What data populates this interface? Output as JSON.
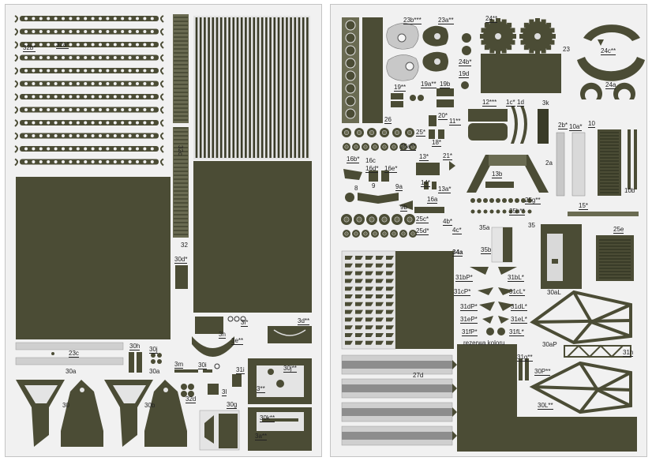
{
  "colors": {
    "olive": "#4b4c35",
    "olive_light": "#6a6b52",
    "grey_part": "#c8c8c8",
    "light_part": "#d9d9d9",
    "background": "#f1f1f1"
  },
  "left_sheet": {
    "labels": {
      "p32b": "32b*",
      "p32a": "32a*",
      "p32": "32",
      "p32c": "32c",
      "p30d": "30d*",
      "p3i": "3i*",
      "p3d": "3d**",
      "p3h": "3h",
      "p3e": "3e**",
      "p23c": "23c",
      "p30h": "30h",
      "p30j": "30j",
      "p3m": "3m",
      "p30i": "30i",
      "p31i": "31i",
      "p30jj": "30j**",
      "p30a1": "30a",
      "p30a2": "30a",
      "p30": "30",
      "p30b": "30b",
      "p32d": "32d",
      "p3l": "3l",
      "p3": "3**",
      "p30g": "30g",
      "p30k": "30k**",
      "p3a": "3a**"
    }
  },
  "right_sheet": {
    "labels": {
      "p23b": "23b***",
      "p23a": "23a**",
      "p24": "24**",
      "p23": "23",
      "p24c": "24c**",
      "p24b": "24b*",
      "p19d": "19d",
      "p19": "19**",
      "p19a": "19a**",
      "p19b": "19b",
      "p24a": "24a",
      "p12": "12***",
      "p1c": "1c*",
      "p1d": "1d",
      "p3k": "3k",
      "p26": "26",
      "p20": "20*",
      "p11": "11**",
      "p2b": "2b*",
      "p10a": "10a*",
      "p10": "10",
      "p25": "25*",
      "p18": "18*",
      "p25a": "25a**",
      "p13": "13*",
      "p21": "21*",
      "p16b": "16b*",
      "p16c": "16c",
      "p16d": "16d*",
      "p16e": "16e*",
      "p2a": "2a",
      "p14": "14*",
      "p13a": "13a*",
      "p13b": "13b",
      "p8": "8",
      "p9": "9",
      "p9a": "9a",
      "p16a": "16a",
      "p9b": "9b",
      "p25g": "25g**",
      "p25h": "25h**",
      "p10b": "10b",
      "p15": "15*",
      "p25c": "25c*",
      "p4b": "4b*",
      "p4c": "4c*",
      "p25d": "25d*",
      "p35a": "35a",
      "p35": "35",
      "p25e": "25e",
      "p34a": "34a",
      "p35b": "35b",
      "p31bP": "31bP*",
      "p31bL": "31bL*",
      "p31cP": "31cP*",
      "p31cL": "31cL*",
      "p30aL": "30aL",
      "p31dP": "31dP*",
      "p31dL": "31dL*",
      "p31eP": "31eP*",
      "p31eL": "31eL*",
      "p31fP": "31fP*",
      "p31fL": "31fL*",
      "p30aP": "30aP",
      "p31h": "31h",
      "rezerwa": "rezerwa koloru",
      "p31g": "31g**",
      "p27d": "27d",
      "p30P": "30P**",
      "p30L": "30L**"
    }
  }
}
